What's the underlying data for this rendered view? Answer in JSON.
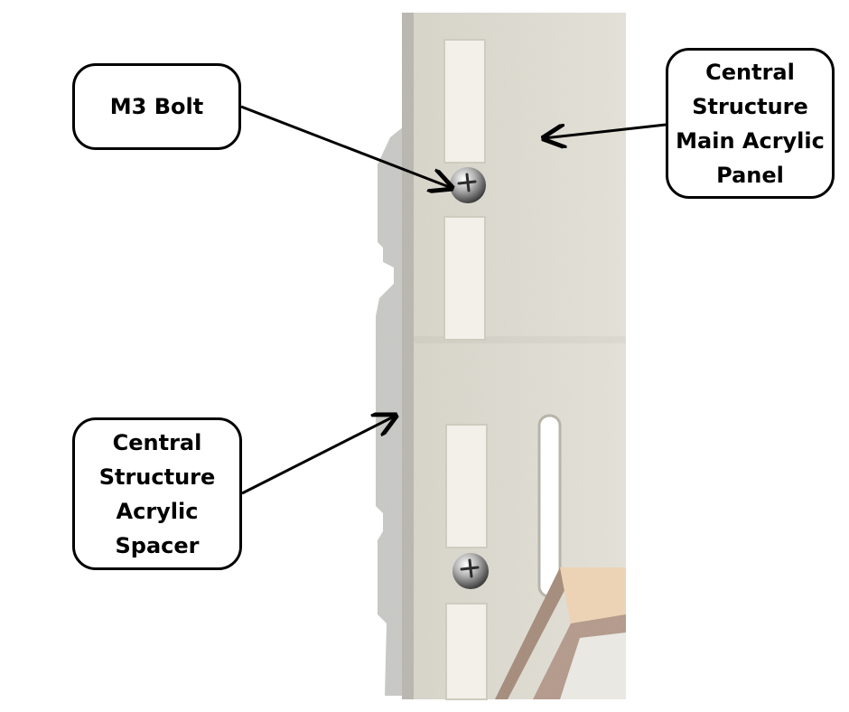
{
  "callouts": {
    "bolt": {
      "lines": [
        "M3 Bolt"
      ]
    },
    "panel": {
      "lines": [
        "Central",
        "Structure",
        "Main Acrylic",
        "Panel"
      ]
    },
    "spacer": {
      "lines": [
        "Central",
        "Structure",
        "Acrylic",
        "Spacer"
      ]
    }
  },
  "colors": {
    "panel_face": "#e2dfd4",
    "panel_edge": "#b9b7af",
    "spacer": "#c9c9c6",
    "slot": "#f2f0e8",
    "bolt": "#b3b3b3",
    "bracket_top": "#ecd3b5",
    "bracket_edge": "#a58a78",
    "outline": "#000000"
  }
}
